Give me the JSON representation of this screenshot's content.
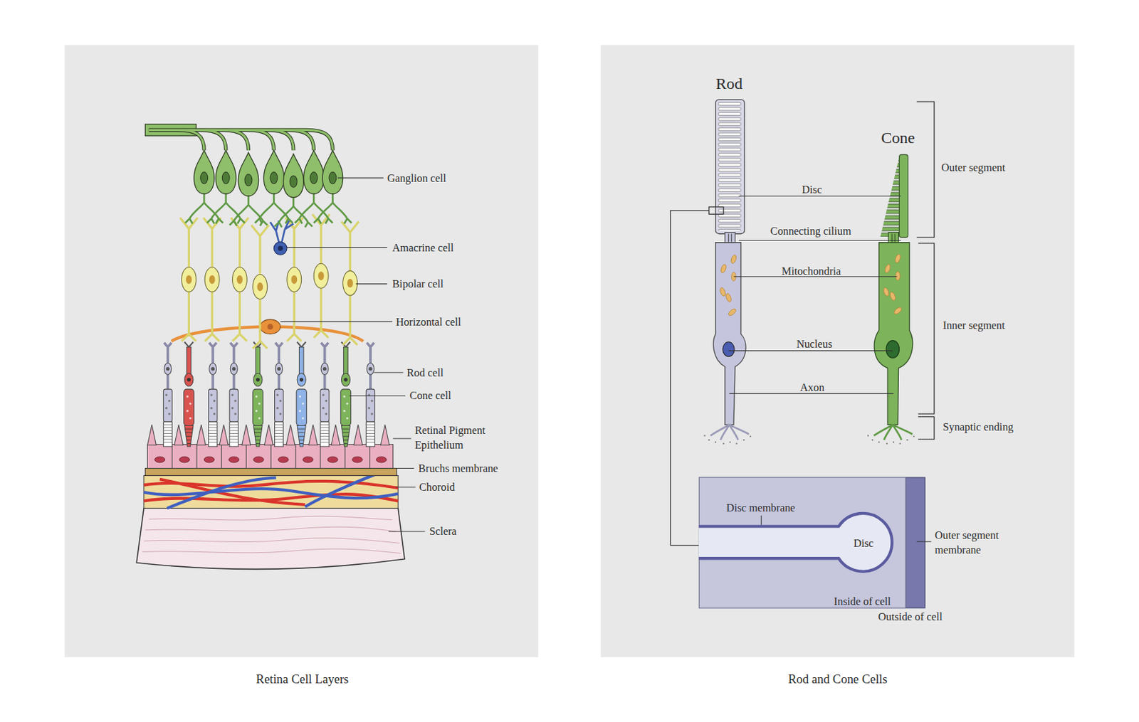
{
  "diagram": {
    "nodes": [
      {
        "text": [
          "Retina Cell Layers"
        ]
      },
      {
        "text": [
          "Rod and Cone Cells"
        ]
      },
      {
        "text": [
          "Disc membrane",
          "Disc",
          "Inside of cell"
        ],
        "in": 1
      }
    ],
    "labels": [
      "Ganglion cell",
      "Amacrine cell",
      "Bipolar cell",
      "Horizontal cell",
      "Rod cell",
      "Cone cell",
      "Retinal Pigment Epithelium",
      "Bruchs membrane",
      "Choroid",
      "Sclera",
      "Rod",
      "Cone",
      "Outer segment",
      "Disc",
      "Connecting cilium",
      "Mitochondria",
      "Inner segment",
      "Nucleus",
      "Axon",
      "Synaptic ending",
      "Outer segment membrane",
      "Outside of cell"
    ]
  }
}
